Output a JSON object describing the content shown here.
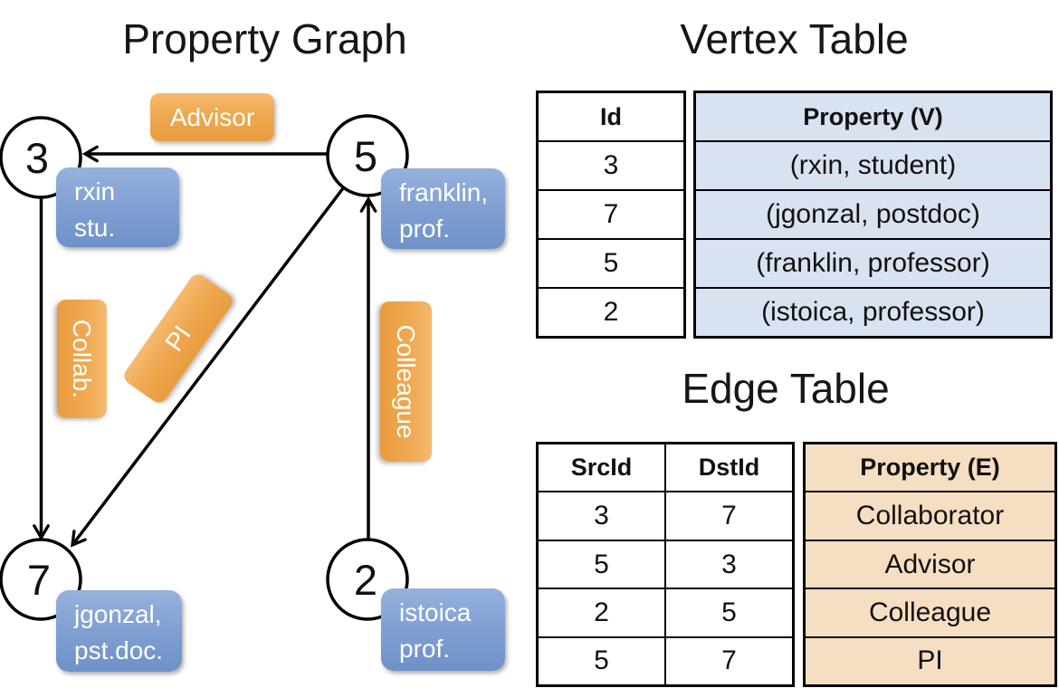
{
  "panel_graph": {
    "title": "Property Graph",
    "vertices": [
      {
        "id": "3",
        "line1": "rxin",
        "line2": "stu."
      },
      {
        "id": "5",
        "line1": "franklin,",
        "line2": "prof."
      },
      {
        "id": "7",
        "line1": "jgonzal,",
        "line2": "pst.doc."
      },
      {
        "id": "2",
        "line1": "istoica",
        "line2": "prof."
      }
    ],
    "edge_labels": {
      "advisor": "Advisor",
      "collab": "Collab.",
      "pi": "PI",
      "colleague": "Colleague"
    }
  },
  "vertex_table": {
    "title": "Vertex Table",
    "col_id": "Id",
    "col_property": "Property (V)",
    "rows": [
      {
        "id": "3",
        "property": "(rxin, student)"
      },
      {
        "id": "7",
        "property": "(jgonzal, postdoc)"
      },
      {
        "id": "5",
        "property": "(franklin, professor)"
      },
      {
        "id": "2",
        "property": "(istoica, professor)"
      }
    ]
  },
  "edge_table": {
    "title": "Edge Table",
    "col_src": "SrcId",
    "col_dst": "DstId",
    "col_property": "Property (E)",
    "rows": [
      {
        "src": "3",
        "dst": "7",
        "property": "Collaborator"
      },
      {
        "src": "5",
        "dst": "3",
        "property": "Advisor"
      },
      {
        "src": "2",
        "dst": "5",
        "property": "Colleague"
      },
      {
        "src": "5",
        "dst": "7",
        "property": "PI"
      }
    ]
  },
  "colors": {
    "edge_label_orange": "#EFA850",
    "vertex_label_blue": "#7B9BD0",
    "vertex_property_bg": "#D9E2F1",
    "edge_property_bg": "#F6DEC3",
    "line_black": "#000000"
  }
}
